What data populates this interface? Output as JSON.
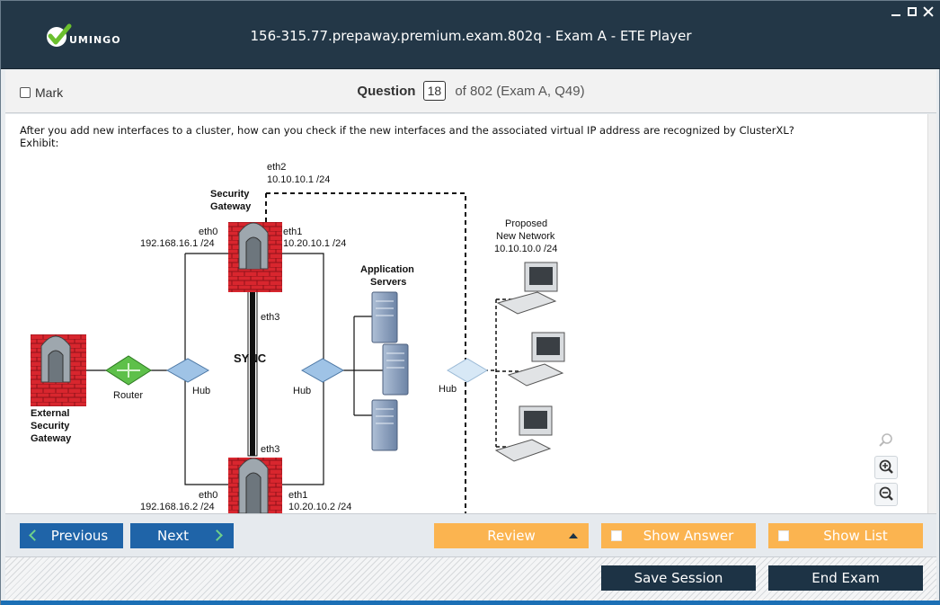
{
  "window": {
    "title": "156-315.77.prepaway.premium.exam.802q - Exam A - ETE Player",
    "logo_text": "UMINGO"
  },
  "header": {
    "mark_label": "Mark",
    "question_label": "Question",
    "question_number": "18",
    "question_of": "of 802 (Exam A, Q49)"
  },
  "question": {
    "text": "After you add new interfaces to a cluster, how can you check if the new interfaces and the associated virtual IP address are recognized by ClusterXL?",
    "exhibit_label": "Exhibit:"
  },
  "diagram": {
    "eth2_label": "eth2",
    "eth2_ip": "10.10.10.1 /24",
    "sg_title_1": "Security",
    "sg_title_2": "Gateway",
    "top_eth0": "eth0",
    "top_eth0_ip": "192.168.16.1 /24",
    "top_eth1": "eth1",
    "top_eth1_ip": "10.20.10.1 /24",
    "eth3_top": "eth3",
    "sync": "SYNC",
    "eth3_bottom": "eth3",
    "bottom_eth0": "eth0",
    "bottom_eth0_ip": "192.168.16.2 /24",
    "bottom_eth1": "eth1",
    "bottom_eth1_ip": "10.20.10.2 /24",
    "app_servers_1": "Application",
    "app_servers_2": "Servers",
    "proposed_1": "Proposed",
    "proposed_2": "New Network",
    "proposed_3": "10.10.10.0 /24",
    "router": "Router",
    "hub_left": "Hub",
    "hub_middle": "Hub",
    "hub_right": "Hub",
    "external_1": "External",
    "external_2": "Security",
    "external_3": "Gateway"
  },
  "nav": {
    "previous": "Previous",
    "next": "Next",
    "review": "Review",
    "show_answer": "Show Answer",
    "show_list": "Show List"
  },
  "footer": {
    "save_session": "Save Session",
    "end_exam": "End Exam"
  },
  "colors": {
    "titlebar": "#233747",
    "nav_blue": "#1f64a8",
    "accent_orange": "#fbb450",
    "navy": "#1d3345",
    "firewall_red": "#d8262e"
  }
}
